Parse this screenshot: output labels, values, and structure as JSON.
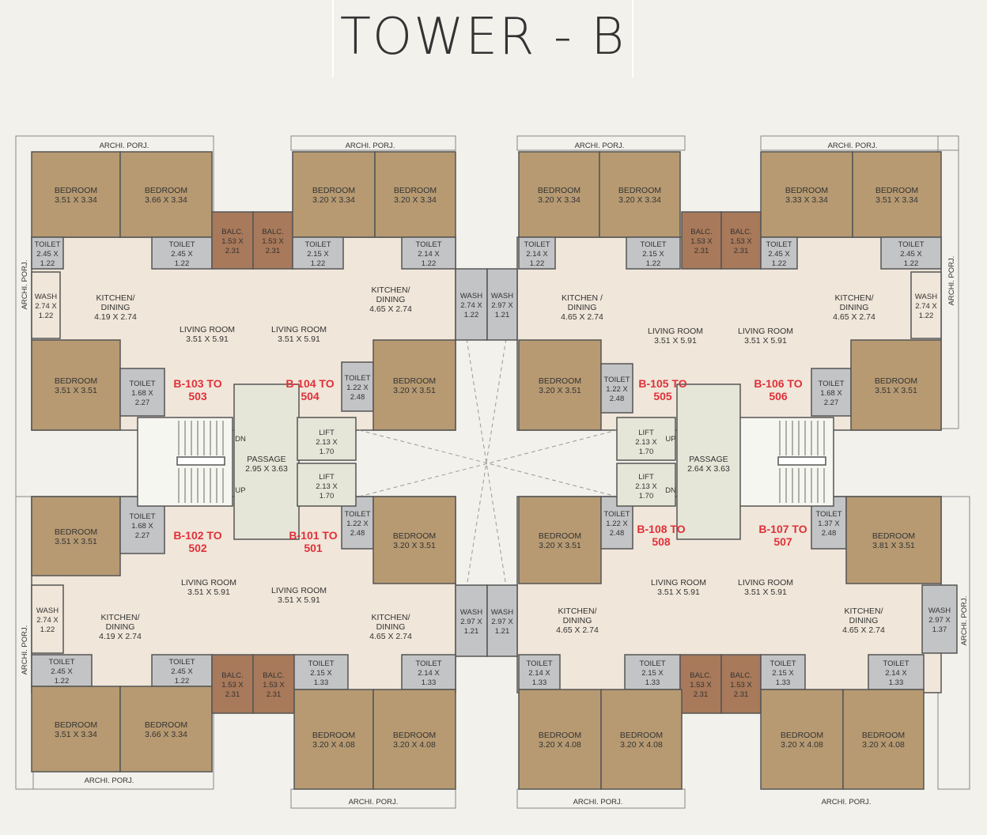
{
  "title": "TOWER - B",
  "colors": {
    "bedroom": "#b79a72",
    "toilet": "#c3c4c6",
    "living": "#f0e6d9",
    "balcony": "#a8795a",
    "passage": "#e6e6d8",
    "wall": "#555555",
    "unit_label": "#e0303a"
  },
  "labels": {
    "archi_porj": "ARCHI. PORJ.",
    "bedroom": "BEDROOM",
    "toilet": "TOILET",
    "wash": "WASH",
    "balc": "BALC.",
    "kitchen": "KITCHEN/",
    "kitchen_sp": "KITCHEN /",
    "dining": "DINING",
    "living": "LIVING ROOM",
    "passage": "PASSAGE",
    "lift": "LIFT",
    "dn": "DN",
    "up": "UP"
  },
  "units": {
    "u103": [
      "B-103 TO",
      "503"
    ],
    "u104": [
      "B-104 TO",
      "504"
    ],
    "u105": [
      "B-105 TO",
      "505"
    ],
    "u106": [
      "B-106 TO",
      "506"
    ],
    "u102": [
      "B-102 TO",
      "502"
    ],
    "u101": [
      "B-101 TO",
      "501"
    ],
    "u108": [
      "B-108 TO",
      "508"
    ],
    "u107": [
      "B-107 TO",
      "507"
    ]
  },
  "dims": {
    "d351x334": "3.51 X 3.34",
    "d366x334": "3.66 X 3.34",
    "d320x334": "3.20 X 3.34",
    "d333x334": "3.33 X 3.34",
    "d351x351": "3.51 X 3.51",
    "d320x351": "3.20 X 3.51",
    "d381x351": "3.81 X 3.51",
    "d320x408": "3.20 X 4.08",
    "t245x122": "2.45 X",
    "t245x122b": "1.22",
    "t215": "2.15 X",
    "t214": "2.14 X",
    "t122": "1.22",
    "t133": "1.33",
    "t168": "1.68 X",
    "t227": "2.27",
    "t122x": "1.22 X",
    "t248": "2.48",
    "t137": "1.37 X",
    "w274": "2.74 X",
    "w297": "2.97 X",
    "w121": "1.21",
    "w137": "1.37",
    "b153": "1.53 X",
    "b231": "2.31",
    "k419": "4.19 X 2.74",
    "k465": "4.65 X 2.74",
    "lr351": "3.51 X 5.91",
    "p295": "2.95 X 3.63",
    "p264": "2.64 X 3.63",
    "l213": "2.13 X",
    "l170": "1.70"
  }
}
